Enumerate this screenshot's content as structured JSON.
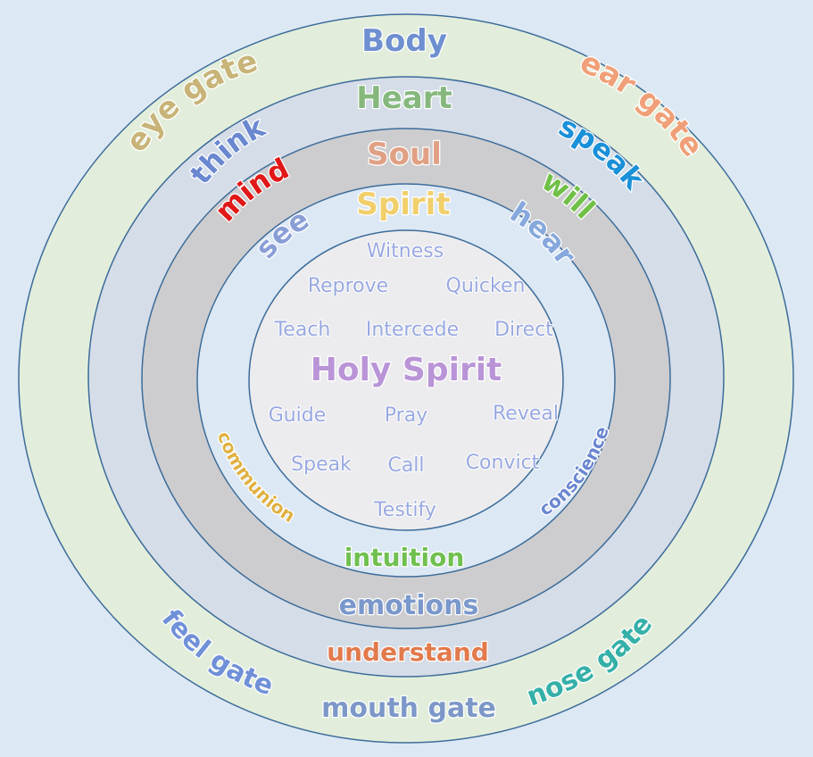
{
  "rings": {
    "body": {
      "title": "Body",
      "gates": [
        "eye gate",
        "ear gate",
        "feel gate",
        "mouth gate",
        "nose gate"
      ]
    },
    "heart": {
      "title": "Heart",
      "labels": [
        "think",
        "speak",
        "understand"
      ]
    },
    "soul": {
      "title": "Soul",
      "labels": [
        "mind",
        "will",
        "emotions"
      ]
    },
    "spirit": {
      "title": "Spirit",
      "labels": [
        "see",
        "hear",
        "communion",
        "conscience",
        "intuition"
      ]
    },
    "core": {
      "title": "Holy Spirit",
      "words": [
        "Witness",
        "Reprove",
        "Quicken",
        "Teach",
        "Intercede",
        "Direct",
        "Guide",
        "Pray",
        "Reveal",
        "Speak",
        "Call",
        "Convict",
        "Testify"
      ]
    }
  },
  "colors": {
    "background": "#dce8f4",
    "ring_stroke": "#3d6c9a",
    "body_fill": "#e2eedb",
    "heart_fill": "#d5dde8",
    "soul_fill": "#cdcdcf",
    "spirit_fill": "#dce8f4",
    "core_fill": "#ececee",
    "body_title": "#6e8fd0",
    "heart_title": "#86b87e",
    "soul_title": "#e0a084",
    "spirit_title": "#f1cf6c",
    "core_title": "#b994d6",
    "eye_gate": "#c8b478",
    "ear_gate": "#f0a078",
    "feel_gate": "#7090d8",
    "mouth_gate": "#7d98c8",
    "nose_gate": "#35b0a8",
    "think": "#6a88d0",
    "speak_heart": "#1a90d8",
    "understand": "#e27a4c",
    "mind": "#e01818",
    "will": "#70c048",
    "emotions": "#7a98cc",
    "see": "#8a9ed6",
    "hear": "#86a8dc",
    "communion": "#e0b040",
    "conscience": "#6a86d0",
    "intuition": "#70c050",
    "core_words": "#98a8e0"
  }
}
